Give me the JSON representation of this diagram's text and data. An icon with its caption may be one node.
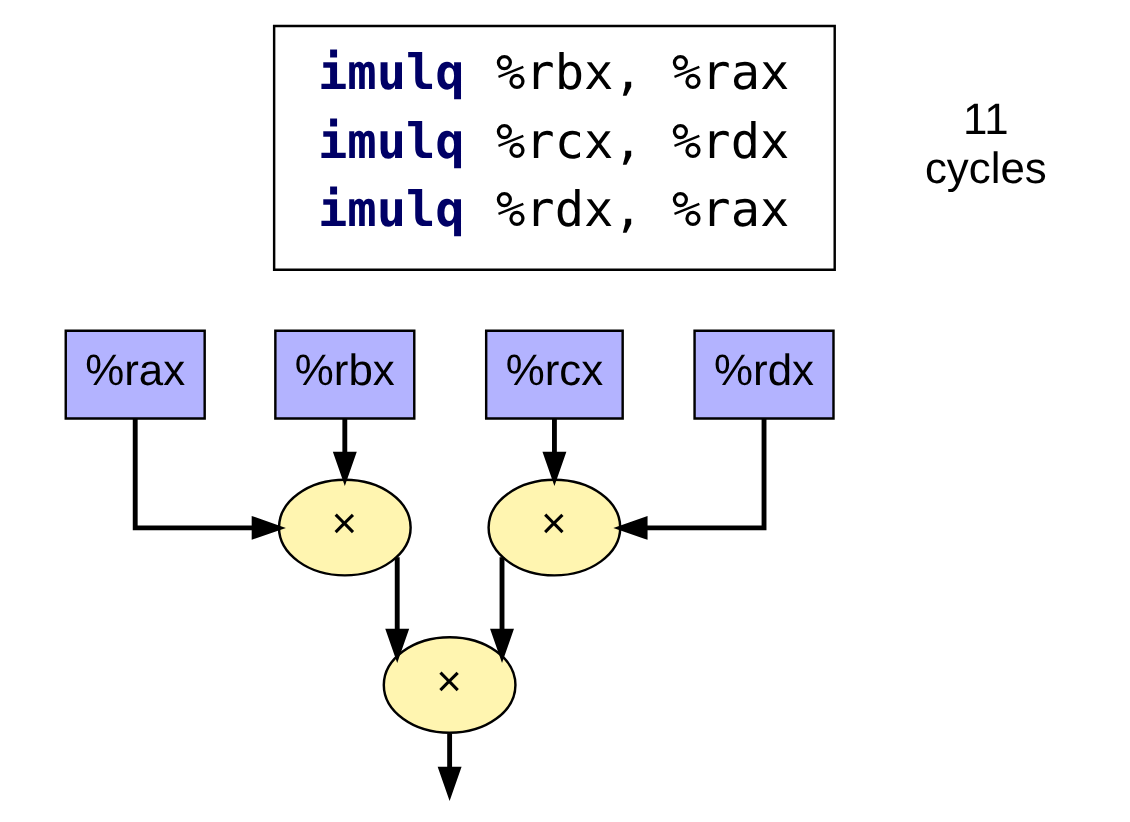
{
  "diagram": {
    "nodes": [
      {
        "text": [
          "**imulq** %rbx, %rax",
          "**imulq** %rcx, %rdx",
          "**imulq** %rdx, %rax"
        ],
        "beside": [
          "11 cycles"
        ]
      },
      {
        "text": [
          "%rax"
        ]
      },
      {
        "text": [
          "%rbx"
        ]
      },
      {
        "text": [
          "%rcx"
        ]
      },
      {
        "text": [
          "%rdx"
        ]
      },
      {
        "text": [
          "×"
        ]
      },
      {
        "text": [
          "×"
        ]
      },
      {
        "text": [
          "×"
        ]
      }
    ],
    "edges": [
      {
        "from": 1,
        "to": 5,
        "arrow": "to"
      },
      {
        "from": 2,
        "to": 5,
        "arrow": "to"
      },
      {
        "from": 3,
        "to": 6,
        "arrow": "to"
      },
      {
        "from": 4,
        "to": 6,
        "arrow": "to"
      },
      {
        "from": 5,
        "to": 7,
        "arrow": "to"
      },
      {
        "from": 6,
        "to": 7,
        "arrow": "to"
      },
      {
        "from": 7,
        "to": null,
        "arrow": "to"
      }
    ]
  }
}
